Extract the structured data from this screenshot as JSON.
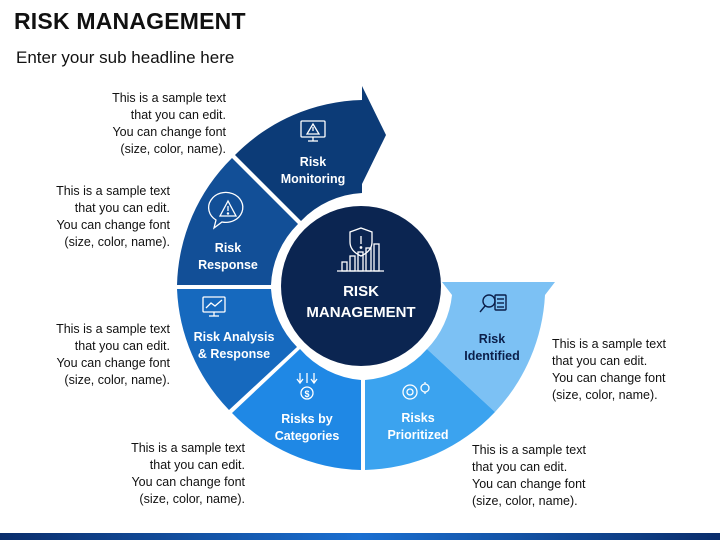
{
  "title": "RISK MANAGEMENT",
  "subtitle": "Enter your sub headline here",
  "center": {
    "line1": "RISK",
    "line2": "MANAGEMENT",
    "icon": "shield-chart-icon"
  },
  "segments": [
    {
      "id": "risk-identified",
      "line1": "Risk",
      "line2": "Identified",
      "icon": "search-calculator-icon",
      "color": "#7cc1f4",
      "text_color": "#0b1f4a"
    },
    {
      "id": "risks-prioritized",
      "line1": "Risks",
      "line2": "Prioritized",
      "icon": "target-gear-icon",
      "color": "#3ba3ef",
      "text_color": "#ffffff"
    },
    {
      "id": "risks-by-categories",
      "line1": "Risks by",
      "line2": "Categories",
      "icon": "dollar-arrows-icon",
      "color": "#1f88e5",
      "text_color": "#ffffff"
    },
    {
      "id": "risk-analysis",
      "line1": "Risk Analysis",
      "line2": "& Response",
      "icon": "monitor-chart-icon",
      "color": "#1669be",
      "text_color": "#ffffff"
    },
    {
      "id": "risk-response",
      "line1": "Risk",
      "line2": "Response",
      "icon": "warning-speech-icon",
      "color": "#124f97",
      "text_color": "#ffffff"
    },
    {
      "id": "risk-monitoring",
      "line1": "Risk",
      "line2": "Monitoring",
      "icon": "monitor-warning-icon",
      "color": "#0c3b77",
      "text_color": "#ffffff"
    }
  ],
  "notes": [
    {
      "lines": [
        "This is a sample text",
        "that you can edit.",
        "You can change font",
        "(size, color, name)."
      ]
    },
    {
      "lines": [
        "This is a sample text",
        "that you can edit.",
        "You can change font",
        "(size, color, name)."
      ]
    },
    {
      "lines": [
        "This is a sample text",
        "that you can edit.",
        "You can change font",
        "(size, color, name)."
      ]
    },
    {
      "lines": [
        "This is a sample text",
        "that you can edit.",
        "You can change font",
        "(size, color, name)."
      ]
    },
    {
      "lines": [
        "This is a sample text",
        "that you can edit.",
        "You can change font",
        "(size, color, name)."
      ]
    },
    {
      "lines": [
        "This is a sample text",
        "that you can edit.",
        "You can change font",
        "(size, color, name)."
      ]
    }
  ],
  "colors": {
    "center": "#0b2551",
    "accent_bar": "#1a6fd1"
  }
}
